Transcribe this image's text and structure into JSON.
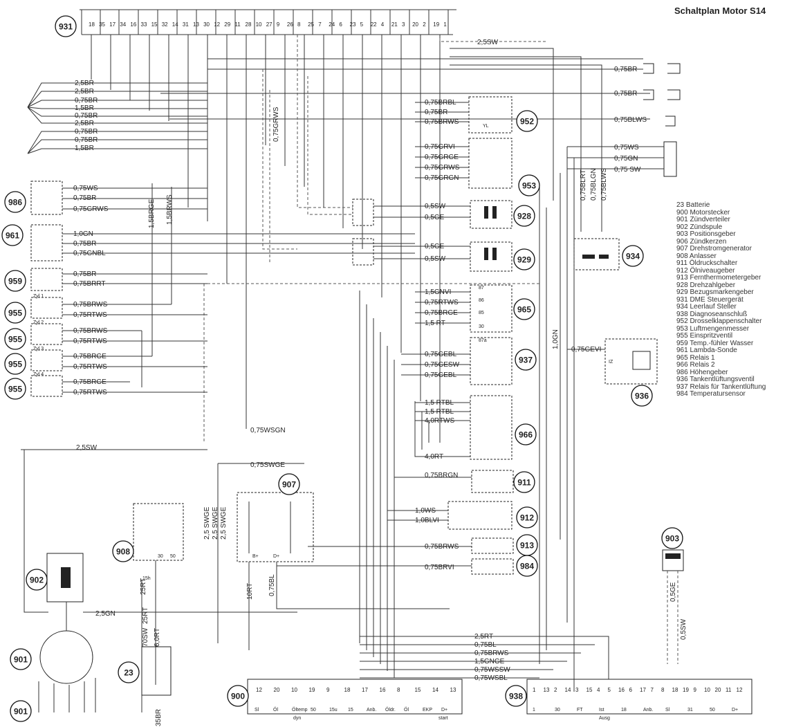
{
  "title": "Schaltplan Motor S14",
  "legend": [
    "23 Batterie",
    "900 Motorstecker",
    "901 Zündverteiler",
    "902 Zündspule",
    "903 Positionsgeber",
    "906 Zündkerzen",
    "907 Drehstromgenerator",
    "908 Anlasser",
    "911 Öldruckschalter",
    "912 Ölniveaugeber",
    "913 Fernthermometergeber",
    "928 Drehzahlgeber",
    "929 Bezugsmarkengeber",
    "931 DME Steuergerät",
    "934 Leerlauf Steller",
    "938 Diagnoseanschluß",
    "952 Drosselklappenschalter",
    "953 Luftmengenmesser",
    "955 Einspritzventil",
    "959 Temp.-fühler Wasser",
    "961 Lambda-Sonde",
    "965 Relais 1",
    "966 Relais 2",
    "986 Höhengeber",
    "936 Tankentlüftungsventil",
    "937 Relais für Tankentlüftung",
    "984 Temperatursensor"
  ],
  "components": [
    {
      "id": "931",
      "label": "931"
    },
    {
      "id": "986",
      "label": "986"
    },
    {
      "id": "961",
      "label": "961"
    },
    {
      "id": "959",
      "label": "959"
    },
    {
      "id": "955a",
      "label": "955"
    },
    {
      "id": "955b",
      "label": "955"
    },
    {
      "id": "955c",
      "label": "955"
    },
    {
      "id": "955d",
      "label": "955"
    },
    {
      "id": "952",
      "label": "952"
    },
    {
      "id": "953",
      "label": "953"
    },
    {
      "id": "928",
      "label": "928"
    },
    {
      "id": "929",
      "label": "929"
    },
    {
      "id": "934",
      "label": "934"
    },
    {
      "id": "965",
      "label": "965"
    },
    {
      "id": "937",
      "label": "937"
    },
    {
      "id": "936",
      "label": "936"
    },
    {
      "id": "966",
      "label": "966"
    },
    {
      "id": "911",
      "label": "911"
    },
    {
      "id": "907",
      "label": "907"
    },
    {
      "id": "912",
      "label": "912"
    },
    {
      "id": "913",
      "label": "913"
    },
    {
      "id": "984",
      "label": "984"
    },
    {
      "id": "903",
      "label": "903"
    },
    {
      "id": "908",
      "label": "908"
    },
    {
      "id": "902",
      "label": "902"
    },
    {
      "id": "901a",
      "label": "901"
    },
    {
      "id": "901b",
      "label": "901"
    },
    {
      "id": "23",
      "label": "23"
    },
    {
      "id": "900",
      "label": "900"
    },
    {
      "id": "938",
      "label": "938"
    }
  ],
  "pin_numbers_931": [
    "18",
    "35",
    "17",
    "34",
    "16",
    "33",
    "15",
    "32",
    "14",
    "31",
    "13",
    "30",
    "12",
    "29",
    "11",
    "28",
    "10",
    "27",
    "9",
    "26",
    "8",
    "25",
    "7",
    "24",
    "6",
    "23",
    "5",
    "22",
    "4",
    "21",
    "3",
    "20",
    "2",
    "19",
    "1"
  ],
  "wire_labels": {
    "sw_top": "2,5SW",
    "br_right_1": "0,75BR",
    "br_right_2": "0,75BR",
    "blws_right": "0,75BLWS",
    "ws_right": "0,75WS",
    "gn_right": "0,75GN",
    "sw_right": "0,75 SW",
    "left_1": "2,5BR",
    "left_2": "2,5BR",
    "left_3": "0,75BR",
    "left_4": "1,5BR",
    "left_5": "0,75BR",
    "left_6": "2,5BR",
    "left_7": "0,75BR",
    "left_8": "0,75BR",
    "left_9": "1,5BR",
    "w952_1": "0,75BRBL",
    "w952_2": "0,75BR",
    "w952_3": "0,75BRWS",
    "w953_1": "0,75GRVI",
    "w953_2": "0,75GRGE",
    "w953_3": "0,75GRWS",
    "w953_4": "0,75GRGN",
    "grws_v": "0,75GRWS",
    "w986_1": "0,75WS",
    "w986_2": "0,75BR",
    "w986_3": "0,75GRWS",
    "w928_1": "0,5SW",
    "w928_2": "0,5GE",
    "w929_1": "0,5GE",
    "w929_2": "0,5SW",
    "brge_v": "1,5BRGE",
    "brws_v": "1,5BRWS",
    "w961_1": "1,0GN",
    "w961_2": "0,75BR",
    "w961_3": "0,75GNBL",
    "w959_1": "0,75BR",
    "w959_2": "0,75BRRT",
    "blrt_v": "0,75BLRT",
    "blgn_v": "0,75BLGN",
    "blws_v": "0,75BLWS",
    "w955a_1": "0,75BRWS",
    "w955a_2": "0,75RTWS",
    "w955b_1": "0,75BRWS",
    "w955b_2": "0,75RTWS",
    "w955c_1": "0,75BRGE",
    "w955c_2": "0,75RTWS",
    "w955d_1": "0,75BRGE",
    "w955d_2": "0,75RTWS",
    "w965_1": "1,5GNVI",
    "w965_2": "0,75RTWS",
    "w965_3": "0,75BRGE",
    "w965_4": "1,5 RT",
    "gn10_v": "1,0GN",
    "gevi_936": "0,75GEVI",
    "w937_1": "0,75GEBL",
    "w937_2": "0,75GESW",
    "w937_3": "0,75GEBL",
    "w966_1": "1,5 RTBL",
    "w966_2": "1,5 RTBL",
    "w966_3": "4,0RTWS",
    "w966_4": "4,0RT",
    "wsgn": "0,75WSGN",
    "sw_left": "2,5SW",
    "swge": "0,75SWGE",
    "brgn_911": "0,75BRGN",
    "w912_1": "1,0WS",
    "w912_2": "1,0BLVI",
    "w913": "0,75BRWS",
    "w984": "0,75BRVI",
    "swge_v1": "2,5 SWGE",
    "swge_v2": "2,5 SWGE",
    "swge_v3": "2,5 SWGE",
    "rt25_v": "25RT",
    "rt10_v": "10RT",
    "bl_v": "0,75BL",
    "gn25": "2,5GN",
    "sw70_v": "70SW",
    "rt25b_v": "25RT",
    "rt60_v": "6,0RT",
    "br35_v": "35BR",
    "ge05_v": "0,5GE",
    "sw05_v": "0,5SW",
    "bot_1": "2,5RT",
    "bot_2": "0,75BL",
    "bot_3": "0,75BRWS",
    "bot_4": "1,5GNGE",
    "bot_5": "0,75WSSW",
    "bot_6": "0,75WSBL"
  },
  "labels_900_pins": [
    "12",
    "20",
    "10",
    "19",
    "9",
    "18",
    "17",
    "16",
    "8",
    "15",
    "14",
    "13"
  ],
  "labels_900_text": [
    "Sl",
    "Öl",
    "Öltemp",
    "50",
    "15u",
    "15",
    "Anb.",
    "Öldr.",
    "Öl",
    "EKP",
    "D+"
  ],
  "labels_938_pins": [
    "1",
    "13",
    "2",
    "14",
    "3",
    "15",
    "4",
    "5",
    "16",
    "6",
    "17",
    "7",
    "8",
    "18",
    "19",
    "9",
    "10",
    "20",
    "11",
    "12"
  ],
  "labels_938_text": [
    "1",
    "30",
    "FT",
    "Ist",
    "18",
    "Anb.",
    "Sl",
    "31",
    "50",
    "D+"
  ],
  "other_text": {
    "zyl1": "Zyl 1",
    "zyl2": "Zyl 2",
    "zyl3": "Zyl 3",
    "zyl4": "Zyl 4",
    "t15h": "15h",
    "t30": "30",
    "t50": "50",
    "tB": "B+",
    "tD": "D+",
    "p87": "87",
    "p86": "86",
    "p85": "85",
    "p30": "30",
    "p87a": "87a",
    "yl": "YL",
    "iz": "IZ",
    "dyn": "dyn",
    "start": "start",
    "ausg": "Ausg"
  }
}
